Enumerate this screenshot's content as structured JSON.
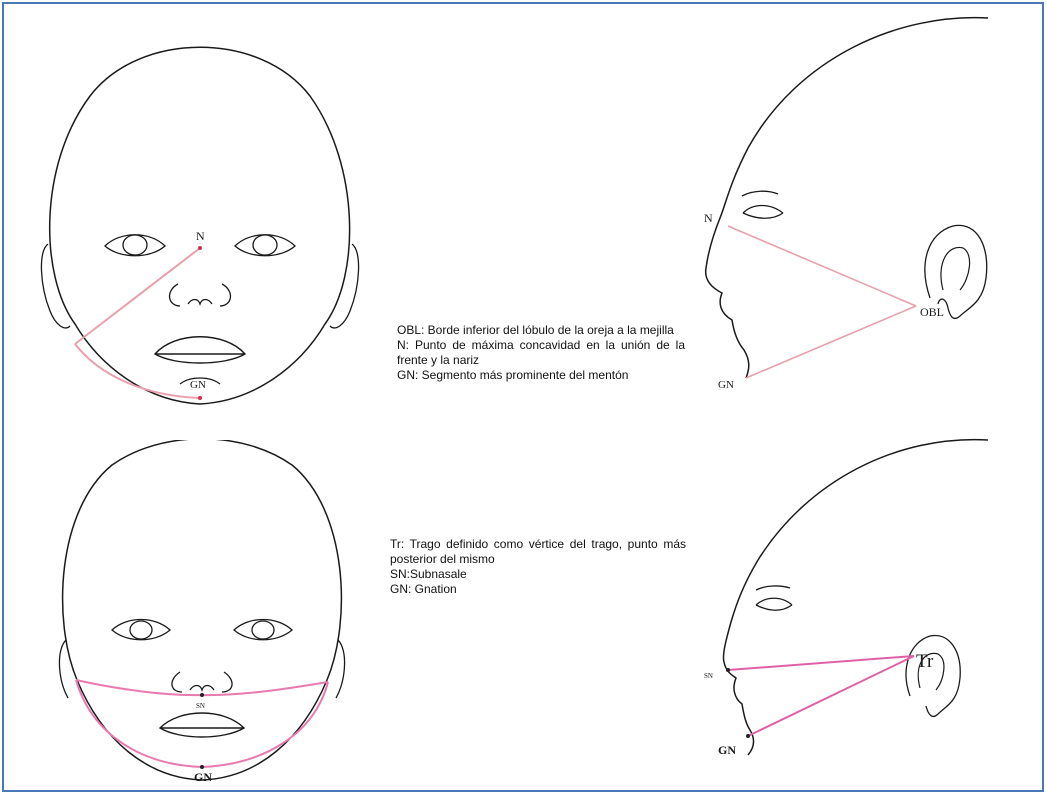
{
  "figure": {
    "top_left": {
      "labels": {
        "n": "N",
        "gn": "GN"
      }
    },
    "top_right": {
      "labels": {
        "n": "N",
        "obl": "OBL",
        "gn": "GN"
      }
    },
    "bottom_left": {
      "labels": {
        "sn": "SN",
        "gn": "GN"
      }
    },
    "bottom_right": {
      "labels": {
        "tr": "Tr",
        "sn": "SN",
        "gn": "GN"
      }
    },
    "legend_top": [
      "OBL: Borde inferior del lóbulo de la oreja a la mejilla",
      "N: Punto de máxima concavidad en la unión de la frente y la nariz",
      "GN: Segmento más prominente del mentón"
    ],
    "legend_bottom": [
      "Tr: Trago definido como vértice del trago, punto más posterior del mismo",
      "SN:Subnasale",
      "GN: Gnation"
    ],
    "colors": {
      "measure_line": "#e8a0ad",
      "measure_line_strong": "#e060a8",
      "border": "#4a78b8",
      "outline": "#1a1a1a"
    }
  }
}
